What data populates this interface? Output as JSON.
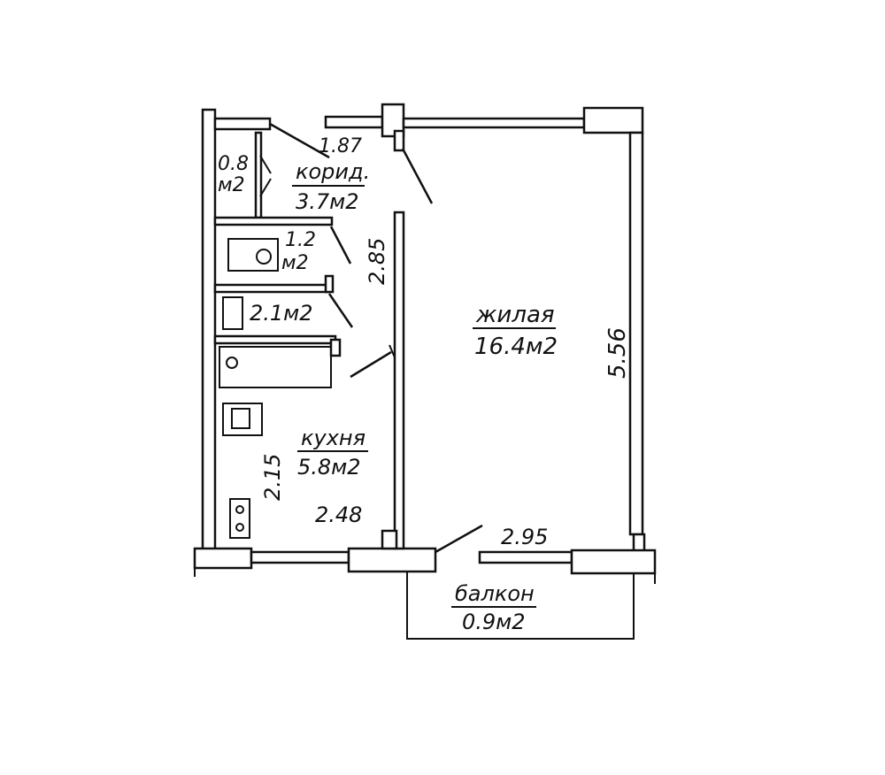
{
  "colors": {
    "ink": "#111111",
    "paper": "#ffffff"
  },
  "rooms": {
    "corridor": {
      "name": "корид.",
      "area": "3.7м2",
      "dim": "1.87"
    },
    "closet": {
      "area_line1": "0.8",
      "area_line2": "м2"
    },
    "toilet": {
      "area_line1": "1.2",
      "area_line2": "м2"
    },
    "bathroom": {
      "area": "2.1м2"
    },
    "living": {
      "name": "жилая",
      "area": "16.4м2"
    },
    "kitchen": {
      "name": "кухня",
      "area": "5.8м2"
    },
    "balcony": {
      "name": "балкон",
      "area": "0.9м2"
    }
  },
  "dimensions": {
    "wall_2_85": "2.85",
    "living_height": "5.56",
    "kitchen_height": "2.15",
    "kitchen_width": "2.48",
    "living_width": "2.95"
  }
}
